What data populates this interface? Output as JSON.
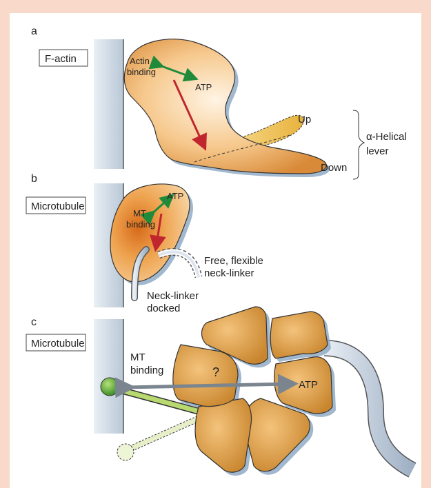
{
  "panel_a": {
    "letter": "a",
    "track_label": "F-actin",
    "actin_binding": [
      "Actin",
      "binding"
    ],
    "atp": "ATP",
    "up": "Up",
    "down": "Down",
    "lever_label": [
      "α-Helical",
      "lever"
    ]
  },
  "panel_b": {
    "letter": "b",
    "track_label": "Microtubule",
    "atp": "ATP",
    "mt_binding": [
      "MT",
      "binding"
    ],
    "free_linker": [
      "Free, flexible",
      "neck-linker"
    ],
    "docked_linker": [
      "Neck-linker",
      "docked"
    ]
  },
  "panel_c": {
    "letter": "c",
    "track_label": "Microtubule",
    "mt_binding": [
      "MT",
      "binding"
    ],
    "question": "?",
    "atp": "ATP"
  },
  "colors": {
    "frame": "#f9d9c9",
    "motor_orange": "#f2b266",
    "track_blue": "#cfd9e6",
    "arrow_red": "#c0262e",
    "arrow_green": "#1f8a3a",
    "arrow_gray": "#7a8590"
  }
}
